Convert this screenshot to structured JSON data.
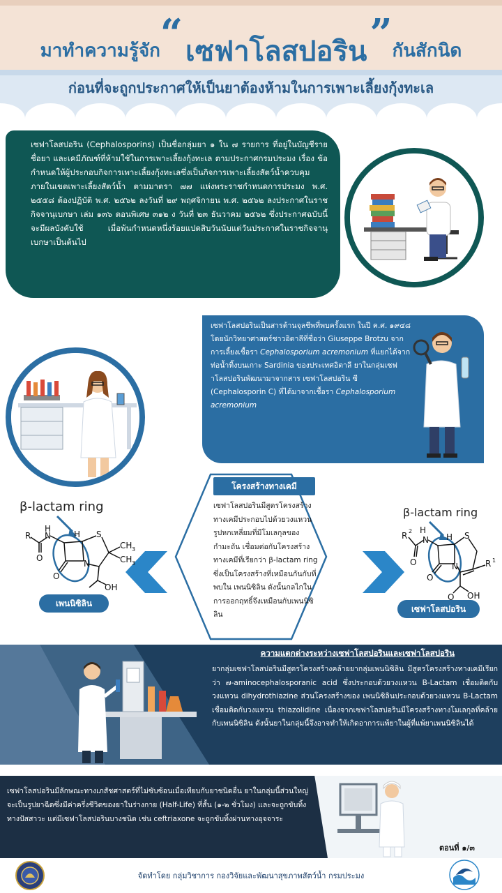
{
  "header": {
    "title_prefix": "มาทำความรู้จัก",
    "quote_open": "“",
    "title_main": "เซฟาโลสปอริน",
    "quote_close": "”",
    "title_suffix": "กันสักนิด",
    "subtitle": "ก่อนที่จะถูกประกาศให้เป็นยาต้องห้ามในการเพาะเลี้ยงกุ้งทะเล"
  },
  "intro": {
    "text": "เซฟาโลสปอริน (Cephalosporins) เป็นชื่อกลุ่มยา ๑ ใน ๗ รายการ ที่อยู่ในบัญชีรายชื่อยา และเคมีภัณฑ์ที่ห้ามใช้ในการเพาะเลี้ยงกุ้งทะเล ตามประกาศกรมประมง เรื่อง ข้อกำหนดให้ผู้ประกอบกิจการเพาะเลี้ยงกุ้งทะเลซึ่งเป็นกิจการเพาะเลี้ยงสัตว์น้ำควบคุมภายในเขตเพาะเลี้ยงสัตว์น้ำ ตามมาตรา ๗๗ แห่งพระราชกำหนดการประมง พ.ศ. ๒๕๕๘ ต้องปฏิบัติ พ.ศ. ๒๕๖๒ ลงวันที่ ๒๙ พฤศจิกายน พ.ศ. ๒๕๖๒ ลงประกาศในราชกิจจานุเบกษา เล่ม ๑๓๖ ตอนพิเศษ ๓๑๒ ง วันที่ ๒๓ ธันวาคม ๒๕๖๒ ซึ่งประกาศฉบับนี้จะมีผลบังคับใช้ เมื่อพ้นกำหนดหนึ่งร้อยแปดสิบวันนับแต่วันประกาศในราชกิจจานุเบกษาเป็นต้นไป"
  },
  "history": {
    "text_1": "เซฟาโลสปอรินเป็นสารต้านจุลชีพที่พบครั้งแรก ในปี ค.ศ. ๑๙๔๘ โดยนักวิทยาศาสตร์ชาวอิตาลีที่ชื่อว่า Giuseppe Brotzu จากการเลี้ยงเชื้อรา",
    "organism_1": "Cephalosporium acremonium",
    "text_2": " ที่แยกได้จากท่อน้ำทิ้งบนเกาะ Sardinia ของประเทศอิตาลี ยาในกลุ่มเซฟาโลสปอรินพัฒนามาจากสาร เซฟาโลสปอริน ซี (Cephalosporin C) ที่ได้มาจากเชื้อรา",
    "organism_2": "Cephalosporium acremonium"
  },
  "chemistry": {
    "title": "โครงสร้างทางเคมี",
    "text": "เซฟาโลสปอรินมีสูตรโครงสร้างทางเคมีประกอบไปด้วยวงแหวนรูปหกเหลี่ยมที่มีโมเลกุลของกำมะถัน เชื่อมต่อกับโครงสร้างทางเคมีที่เรียกว่า β-lactam ring ซึ่งเป็นโครงสร้างที่เหมือนกันกับที่พบใน เพนนิซิลิน ดังนั้นกลไกในการออกฤทธิ์จึงเหมือนกับเพนนิซิลิน",
    "penicillin": {
      "ring_label": "β-lactam ring",
      "name": "เพนนิซิลิน",
      "atoms": [
        "R",
        "H",
        "N",
        "H",
        "S",
        "CH",
        "3",
        "CH",
        "3",
        "N",
        "O",
        "O",
        "OH"
      ]
    },
    "cephalosporin": {
      "ring_label": "β-lactam ring",
      "name": "เซฟาโลสปอริน",
      "atoms": [
        "R",
        "2",
        "H",
        "N",
        "H",
        "S",
        "N",
        "O",
        "O",
        "R",
        "1",
        "O",
        "OH"
      ]
    }
  },
  "difference": {
    "title": "ความแตกต่างระหว่างเซฟาโลสปอรินและเซฟาโลสปอริน",
    "text": "ยากลุ่มเซฟาโลสปอรินมีสูตรโครงสร้างคล้ายยากลุ่มเพนนิซิลิน มีสูตรโครงสร้างทางเคมีเรียกว่า ๗-aminocephalosporanic acid ซึ่งประกอบด้วยวงแหวน B-Lactam เชื่อมติดกับวงแหวน dihydrothiazine ส่วนโครงสร้างของ เพนนิซิลินประกอบด้วยวงแหวน B-Lactam เชื่อมติดกับวงแหวน thiazolidine เนื่องจากเซฟาโลสปอรินมีโครงสร้างทางโมเลกุลที่คล้ายกับเพนนิซิลิน ดังนั้นยาในกลุ่มนี้จึงอาจทำให้เกิดอาการแพ้ยาในผู้ที่แพ้ยาเพนนิซิลินได้"
  },
  "pharmacokinetics": {
    "text": "เซฟาโลสปอรินมีลักษณะทางเภสัชศาสตร์ที่ไม่ซับซ้อนเมื่อเทียบกับยาชนิดอื่น ยาในกลุ่มนี้ส่วนใหญ่จะเป็นรูปยาฉีดซึ่งมีค่าครึ่งชีวิตของยาในร่างกาย (Half-Life) ที่สั้น (๑-๒ ชั่วโมง) และจะถูกขับทิ้งทางปัสสาวะ แต่มีเซฟาโลสปอรินบางชนิด เช่น ceftriaxone จะถูกขับทิ้งผ่านทางอุจจาระ",
    "page": "ตอนที่ ๑/๓"
  },
  "footer": {
    "credit": "จัดทำโดย กลุ่มวิชาการ กองวิจัยและพัฒนาสุขภาพสัตว์น้ำ กรมประมง"
  },
  "colors": {
    "title_blue": "#2b6ea3",
    "dark_teal": "#0f5754",
    "navy": "#1e3f5e",
    "header_peach": "#f4e3d6",
    "header_band": "#dde8f3"
  },
  "icons": [
    "reading-scientist-illustration",
    "lab-scientist-illustration",
    "magnifier-scientist-illustration",
    "lab-bench-illustration",
    "computer-scientist-illustration",
    "department-seal-logo",
    "shrimp-wave-logo",
    "chevron-left-icon",
    "chevron-right-icon"
  ]
}
